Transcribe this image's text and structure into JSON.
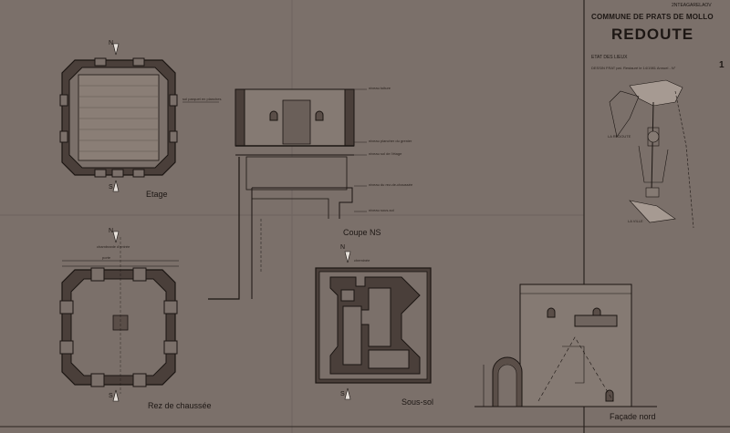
{
  "title_block": {
    "ref": "2NTEAGARELAOV",
    "commune": "COMMUNE DE PRATS DE MOLLO",
    "title": "REDOUTE",
    "subtitle": "ETAT DES LIEUX",
    "sheet_number": "1",
    "note": "DESSIN FRAT pat. Restauré le 14/1981 Annuel - N°",
    "map_label_redoute": "LA REDOUTE",
    "map_label_ville": "LA VILLE"
  },
  "views": {
    "etage": "Etage",
    "rez": "Rez de chaussée",
    "coupe": "Coupe NS",
    "sous_sol": "Sous-sol",
    "facade": "Façade nord"
  },
  "orientation": {
    "north": "N",
    "south": "S"
  },
  "annotations": {
    "etage_note": "sol parquet en planches",
    "coupe_1": "niveau toiture",
    "coupe_2": "niveau plancher du grenier",
    "coupe_3": "niveau sol de l'étage",
    "coupe_4": "niveau du rez-de-chaussée",
    "coupe_5": "niveau sous-sol",
    "rez_note_1": "chambranle d'entrée",
    "rez_note_2": "porte",
    "sous_sol_note": "cheminée"
  }
}
